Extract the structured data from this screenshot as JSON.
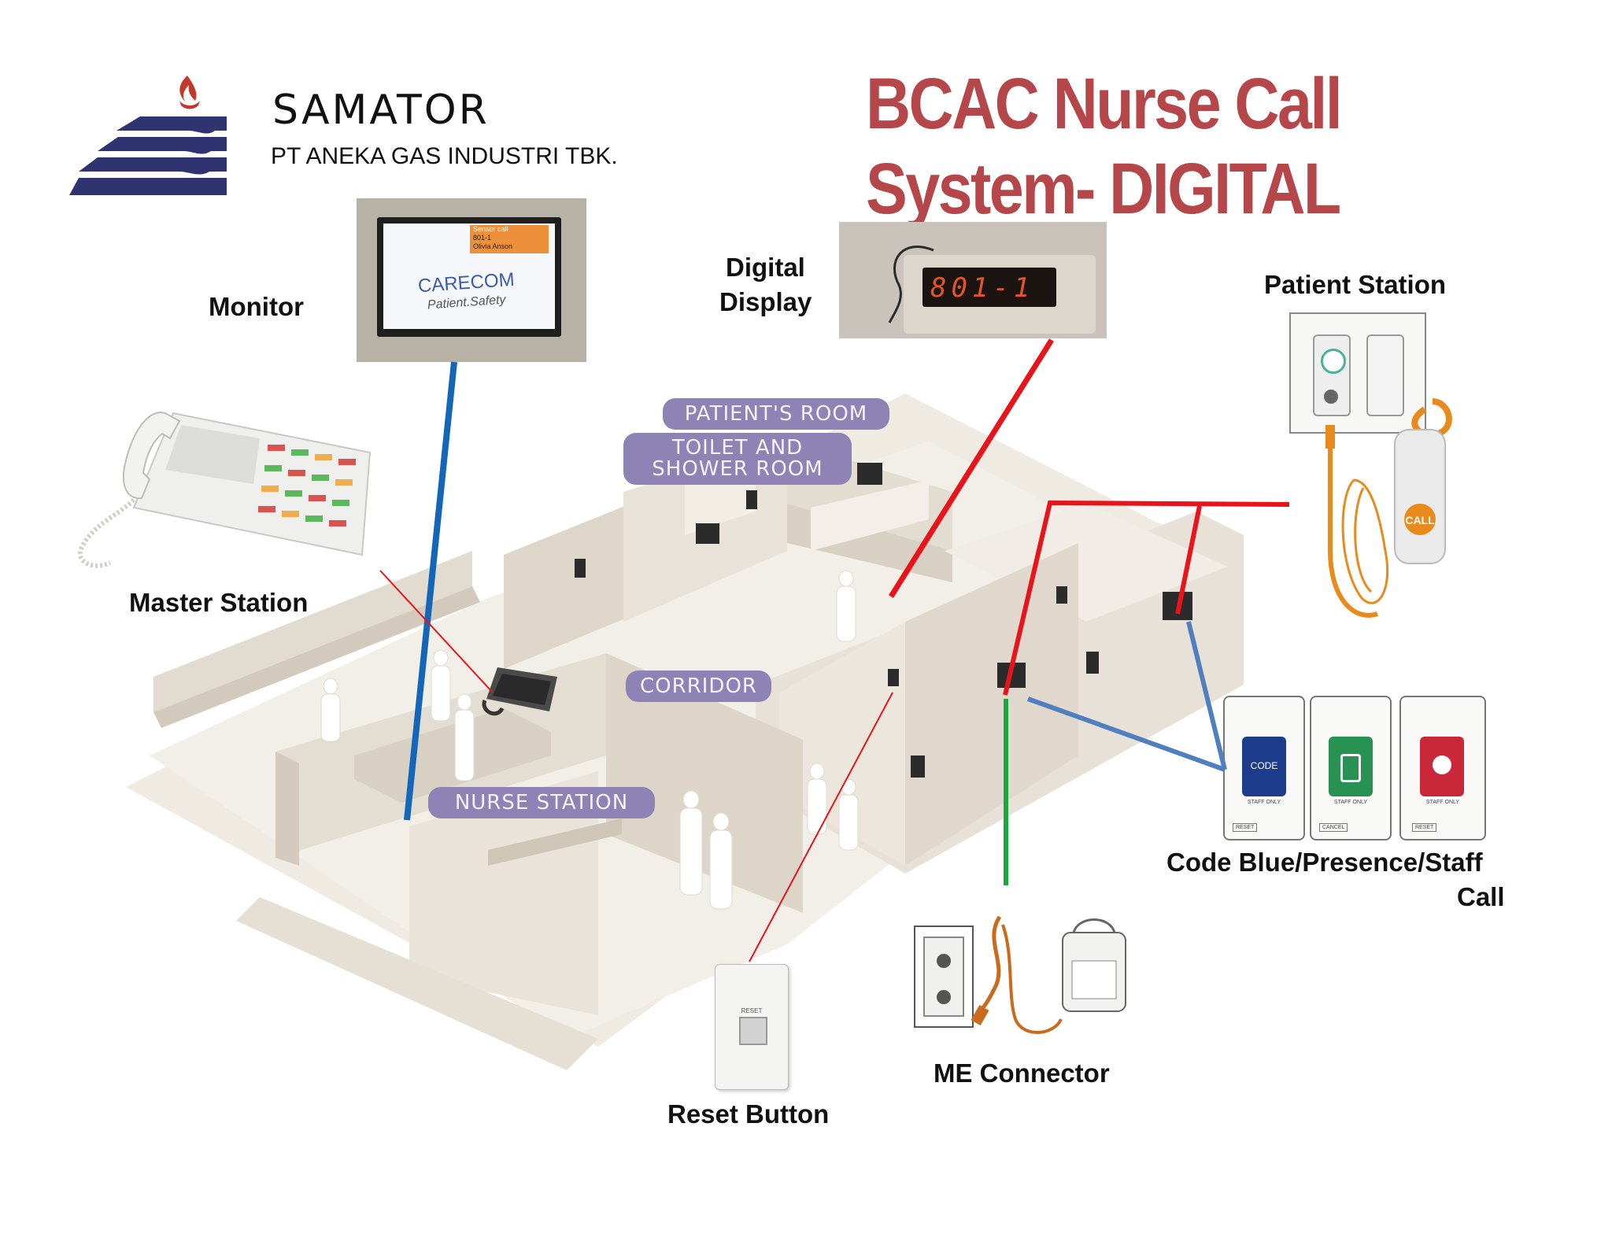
{
  "header": {
    "company_name": "SAMATOR",
    "company_subtitle": "PT ANEKA GAS INDUSTRI TBK.",
    "title_line1": "BCAC Nurse Call",
    "title_line2": "System- DIGITAL"
  },
  "components": {
    "monitor": "Monitor",
    "digital_display_line1": "Digital",
    "digital_display_line2": "Display",
    "patient_station": "Patient Station",
    "master_station": "Master Station",
    "code_blue_line1": "Code Blue/Presence/Staff",
    "code_blue_line2": "Call",
    "me_connector": "ME Connector",
    "reset_button": "Reset Button"
  },
  "rooms": {
    "patients_room": "PATIENT'S ROOM",
    "toilet_line1": "TOILET AND",
    "toilet_line2": "SHOWER ROOM",
    "corridor": "CORRIDOR",
    "nurse_station": "NURSE STATION"
  },
  "device_text": {
    "monitor_brand": "CARECOM",
    "monitor_tagline": "Patient.Safety",
    "monitor_alert": "Sensor call",
    "monitor_room": "801-1",
    "monitor_patient": "Olivia Anson",
    "display_readout": "801-1",
    "call_button": "CALL",
    "code_button": "CODE",
    "staff_only": "STAFF ONLY",
    "reset_key": "RESET",
    "cancel_key": "CANCEL"
  },
  "colors": {
    "title": "#b5474b",
    "logo_navy": "#2f3470",
    "logo_flame": "#c0392b",
    "room_pill": "#8e83b5",
    "line_red": "#e8141b",
    "line_blue_monitor": "#1466b8",
    "line_blue_code": "#4f7fbf",
    "line_green": "#19a83c",
    "call_orange": "#e98a1c"
  }
}
